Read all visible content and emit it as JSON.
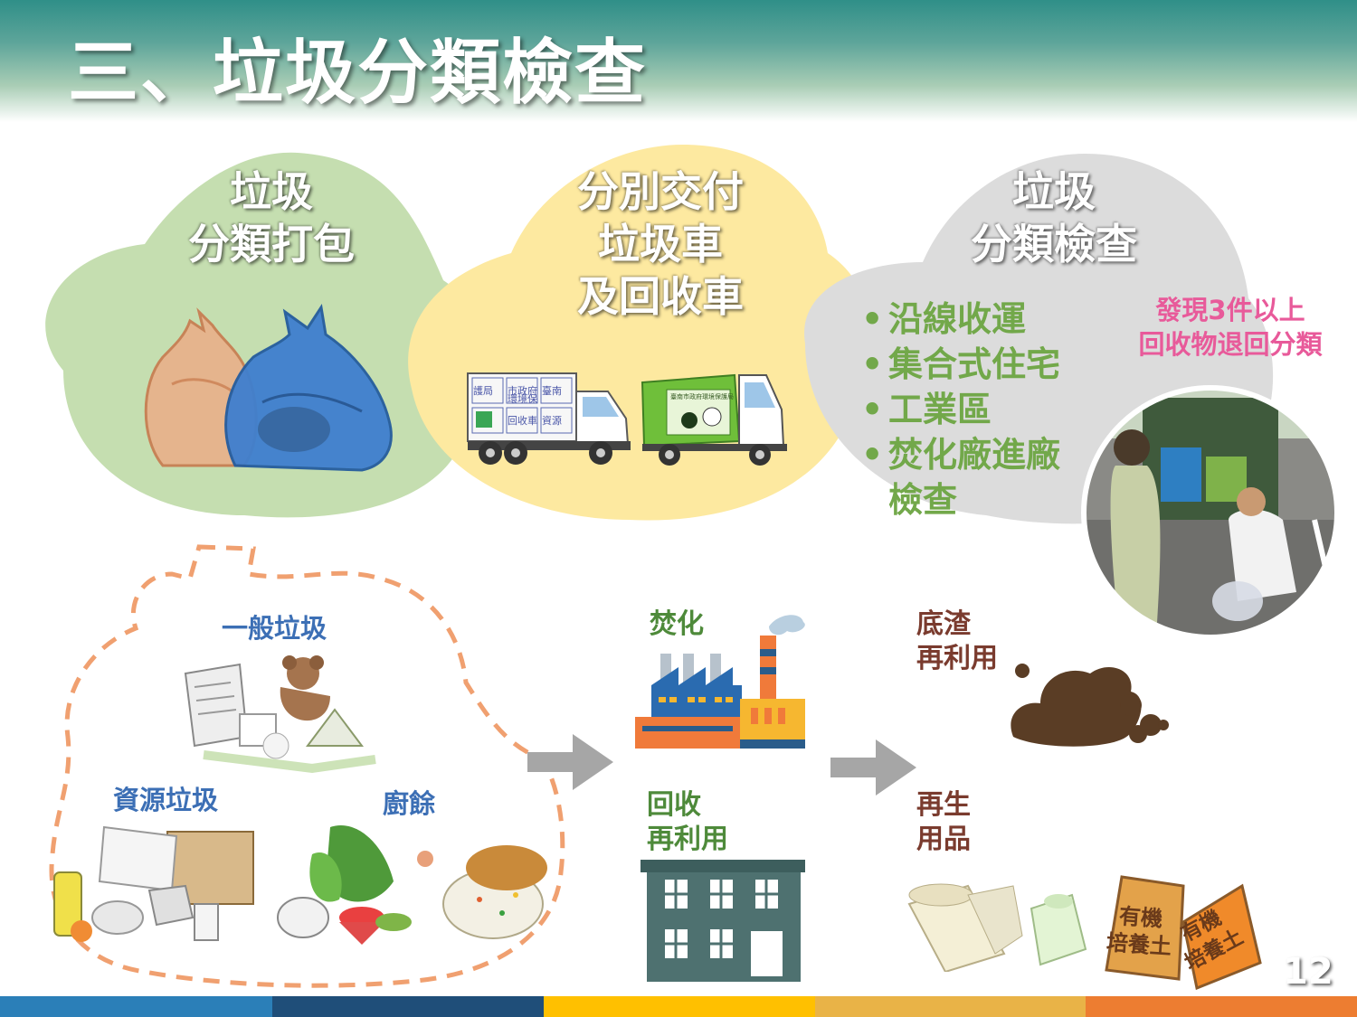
{
  "header": {
    "title": "三、垃圾分類檢查"
  },
  "clouds": [
    {
      "title": "垃圾\n分類打包",
      "color": "#c5deb0"
    },
    {
      "title": "分別交付\n垃圾車\n及回收車",
      "color": "#fde9a0"
    },
    {
      "title": "垃圾\n分類檢查",
      "color": "#dcdcdc"
    }
  ],
  "inspection": {
    "items": [
      "沿線收運",
      "集合式住宅",
      "工業區",
      "焚化廠進廠檢查"
    ],
    "note": "發現3件以上\n回收物退回分類"
  },
  "truck_signs": {
    "left": [
      "臺南",
      "市政府",
      "環境保",
      "護局",
      "回收車",
      "資源"
    ],
    "right": "臺南市政府環境保護局"
  },
  "categories": {
    "general": "一般垃圾",
    "resource": "資源垃圾",
    "kitchen": "廚餘"
  },
  "processes": {
    "incineration": "焚化",
    "recycle": "回收\n再利用"
  },
  "outcomes": {
    "bottom_ash": "底渣\n再利用",
    "recycled_products": "再生\n用品",
    "bag_labels": [
      "有機\n培養土",
      "有機\n培養土"
    ]
  },
  "page_number": "12",
  "colors": {
    "header": "#2f8f88",
    "bullet_green": "#72a84a",
    "note_pink": "#e85a9a",
    "label_blue": "#3c6fb5",
    "label_green": "#4e8a3a",
    "label_brown": "#7a3b2e",
    "footer": [
      "#2b7fb8",
      "#1f4e79",
      "#ffc000",
      "#e9b347",
      "#ed7d31"
    ]
  }
}
